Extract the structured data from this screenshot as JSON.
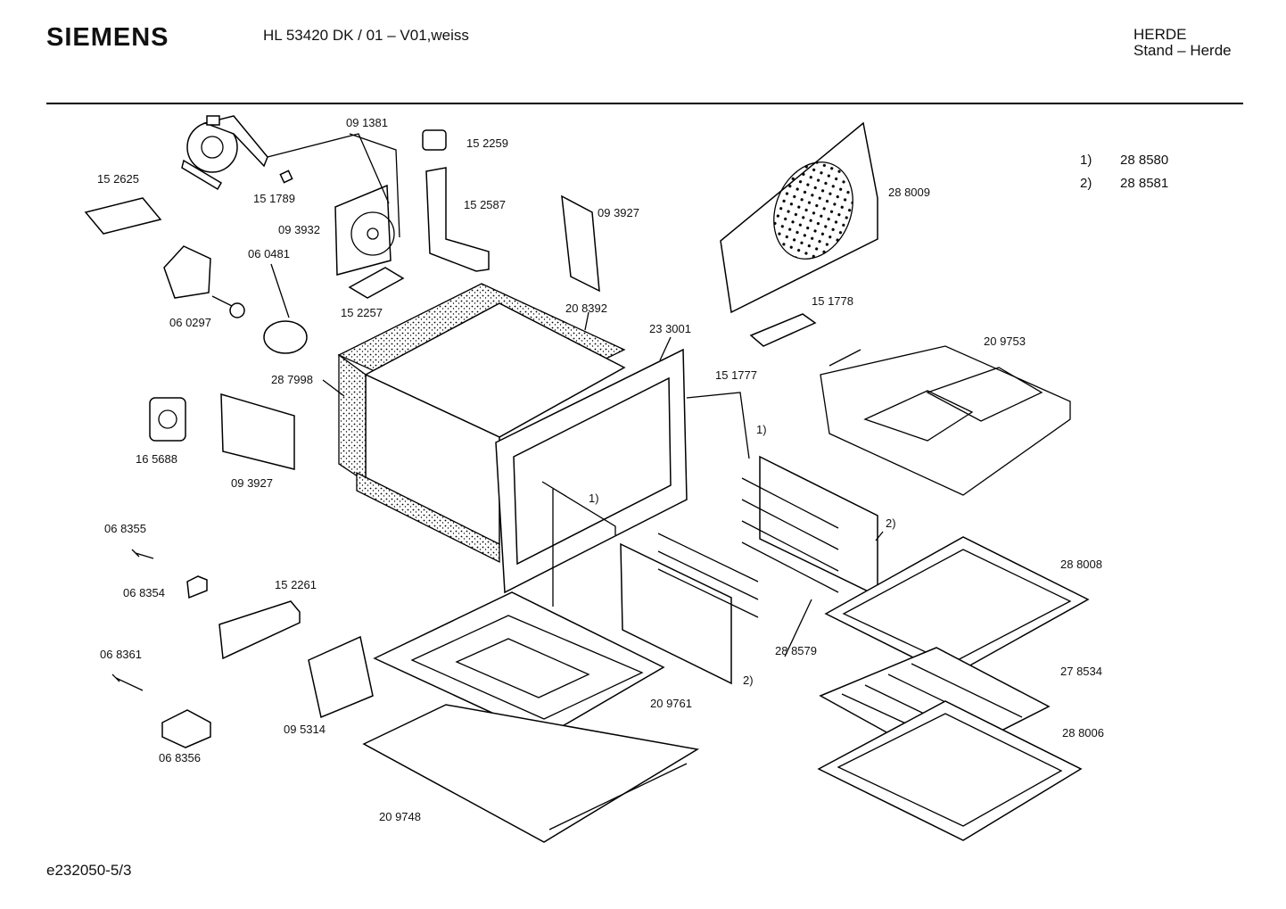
{
  "header": {
    "brand": "SIEMENS",
    "model": "HL 53420 DK / 01 – V01,weiss",
    "category": "HERDE",
    "subcategory": "Stand – Herde"
  },
  "footer": {
    "document_id": "e232050-5/3"
  },
  "footnotes": [
    {
      "marker": "1)",
      "part": "28 8580"
    },
    {
      "marker": "2)",
      "part": "28 8581"
    }
  ],
  "parts": {
    "p091381": "09 1381",
    "p152259": "15 2259",
    "p152625": "15 2625",
    "p151789": "15 1789",
    "p093932": "09 3932",
    "p152587": "15 2587",
    "p093927a": "09 3927",
    "p288009": "28 8009",
    "p060481": "06 0481",
    "p152257": "15 2257",
    "p060297": "06 0297",
    "p208392": "20 8392",
    "p151778": "15 1778",
    "p233001": "23 3001",
    "p209753": "20 9753",
    "p287998": "28 7998",
    "p151777": "15 1777",
    "p165688": "16 5688",
    "p093927b": "09 3927",
    "p068355": "06 8355",
    "p068354": "06 8354",
    "p152261": "15 2261",
    "p288008": "28 8008",
    "p068361": "06 8361",
    "p288579": "28 8579",
    "p278534": "27 8534",
    "p209761": "20 9761",
    "p095314": "09 5314",
    "p288006": "28 8006",
    "p068356": "06 8356",
    "p209748": "20 9748"
  },
  "markers": {
    "one": "1)",
    "two": "2)"
  }
}
